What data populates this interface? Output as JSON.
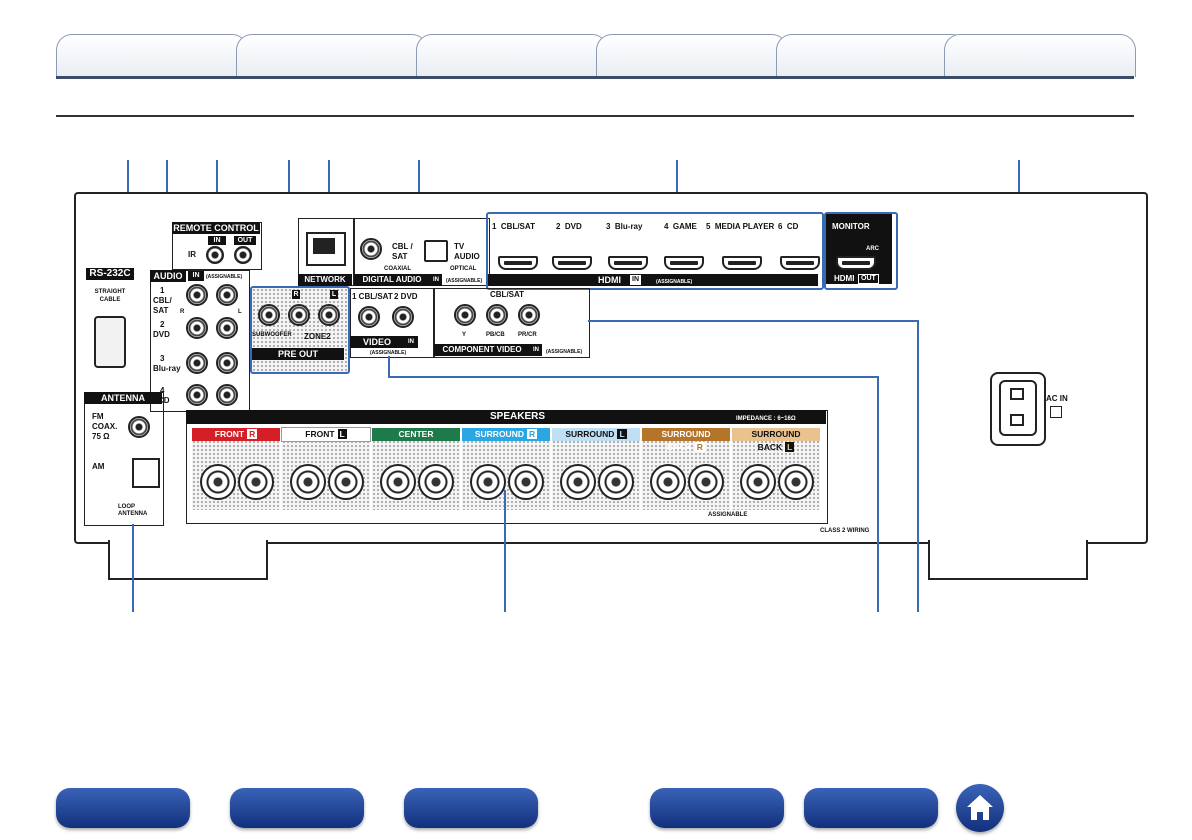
{
  "panel_labels": {
    "rs232c": "RS-232C",
    "straight_cable": "STRAIGHT\nCABLE",
    "remote_control": "REMOTE CONTROL",
    "remote_in": "IN",
    "remote_out": "OUT",
    "remote_ir": "IR",
    "audio": "AUDIO",
    "audio_in": "IN",
    "audio_assignable": "(ASSIGNABLE)",
    "audio_inputs": [
      {
        "num": "1",
        "name": "CBL/\nSAT"
      },
      {
        "num": "2",
        "name": "DVD"
      },
      {
        "num": "3",
        "name": "Blu-ray"
      },
      {
        "num": "4",
        "name": "CD"
      }
    ],
    "audio_r": "R",
    "audio_l": "L",
    "pre_out": "PRE OUT",
    "subwoofer": "SUBWOOFER",
    "zone2": "ZONE2",
    "zone2_r": "R",
    "zone2_l": "L",
    "network": "NETWORK",
    "digital_audio": "DIGITAL AUDIO",
    "digital_in": "IN",
    "digital_assignable": "(ASSIGNABLE)",
    "coaxial_name": "CBL /\nSAT",
    "coaxial": "COAXIAL",
    "optical_name": "TV\nAUDIO",
    "optical": "OPTICAL",
    "video": "VIDEO",
    "video_in": "IN",
    "video_assignable": "(ASSIGNABLE)",
    "video_inputs": [
      "1 CBL/SAT",
      "2 DVD"
    ],
    "component_video": "COMPONENT VIDEO",
    "component_in": "IN",
    "component_assignable": "(ASSIGNABLE)",
    "component_source": "CBL/SAT",
    "component_jacks": [
      "Y",
      "PB/CB",
      "PR/CR"
    ],
    "hdmi": "HDMI",
    "hdmi_in": "IN",
    "hdmi_assignable": "(ASSIGNABLE)",
    "hdmi_inputs": [
      "1  CBL/SAT",
      "2  DVD",
      "3  Blu-ray",
      "4  GAME",
      "5  MEDIA PLAYER",
      "6  CD"
    ],
    "monitor": "MONITOR",
    "arc": "ARC",
    "hdmi_out_label": "HDMI",
    "hdmi_out": "OUT",
    "antenna": "ANTENNA",
    "fm": "FM\nCOAX.\n75 Ω",
    "am": "AM",
    "loop_antenna": "LOOP\nANTENNA",
    "speakers": "SPEAKERS",
    "impedance": "IMPEDANCE : 6~16Ω",
    "speaker_channels": [
      {
        "name": "FRONT",
        "side": "R",
        "bg": "#d41f26",
        "fg": "#ffffff"
      },
      {
        "name": "FRONT",
        "side": "L",
        "bg": "#ffffff",
        "fg": "#111111"
      },
      {
        "name": "CENTER",
        "side": "",
        "bg": "#1f7a4a",
        "fg": "#ffffff"
      },
      {
        "name": "SURROUND",
        "side": "R",
        "bg": "#2aa7e0",
        "fg": "#ffffff"
      },
      {
        "name": "SURROUND",
        "side": "L",
        "bg": "#bfe0f4",
        "fg": "#111111"
      },
      {
        "name": "SURROUND BACK",
        "side": "R",
        "bg": "#b4742a",
        "fg": "#ffffff"
      },
      {
        "name": "SURROUND BACK",
        "side": "L",
        "bg": "#e9c28e",
        "fg": "#111111"
      }
    ],
    "assignable": "ASSIGNABLE",
    "class2": "CLASS 2 WIRING",
    "ac_in": "AC IN"
  },
  "colors": {
    "callout": "#3a6ab4",
    "nav_button": "#1f46a0",
    "tab_border": "#8c9bb3"
  },
  "icons": {
    "home": "home-icon"
  }
}
